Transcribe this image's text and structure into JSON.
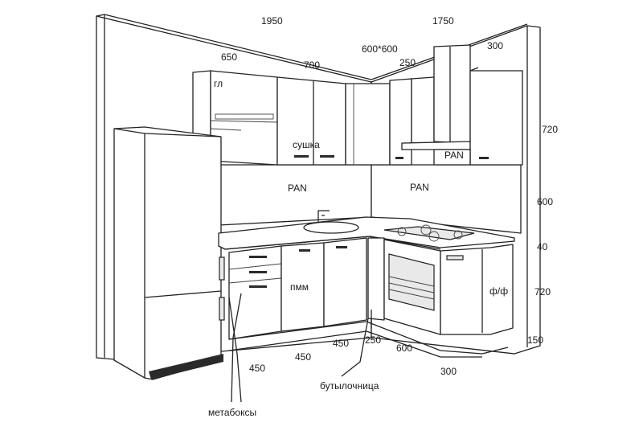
{
  "dimensions": {
    "wall_left_width": "1950",
    "wall_right_width": "1750",
    "upper_gl_width": "650",
    "upper_middle_width": "700",
    "corner_upper": "600*600",
    "hood_width": "250",
    "upper_right_width": "300",
    "upper_height": "720",
    "backsplash_height": "600",
    "countertop_thickness": "40",
    "base_height": "720",
    "plinth_height": "150",
    "base_metaboxes_width": "450",
    "base_pmm_width": "450",
    "base_corner_width": "450",
    "bottle_holder_width": "250",
    "oven_width": "600",
    "base_end_width": "300"
  },
  "labels": {
    "gl": "гл",
    "sushka": "сушка",
    "pan_hood": "PAN",
    "pan_left": "PAN",
    "pan_right": "PAN",
    "pmm": "пмм",
    "ff": "ф/ф",
    "butylochnitsa": "бутылочница",
    "metaboksy": "метабоксы"
  }
}
